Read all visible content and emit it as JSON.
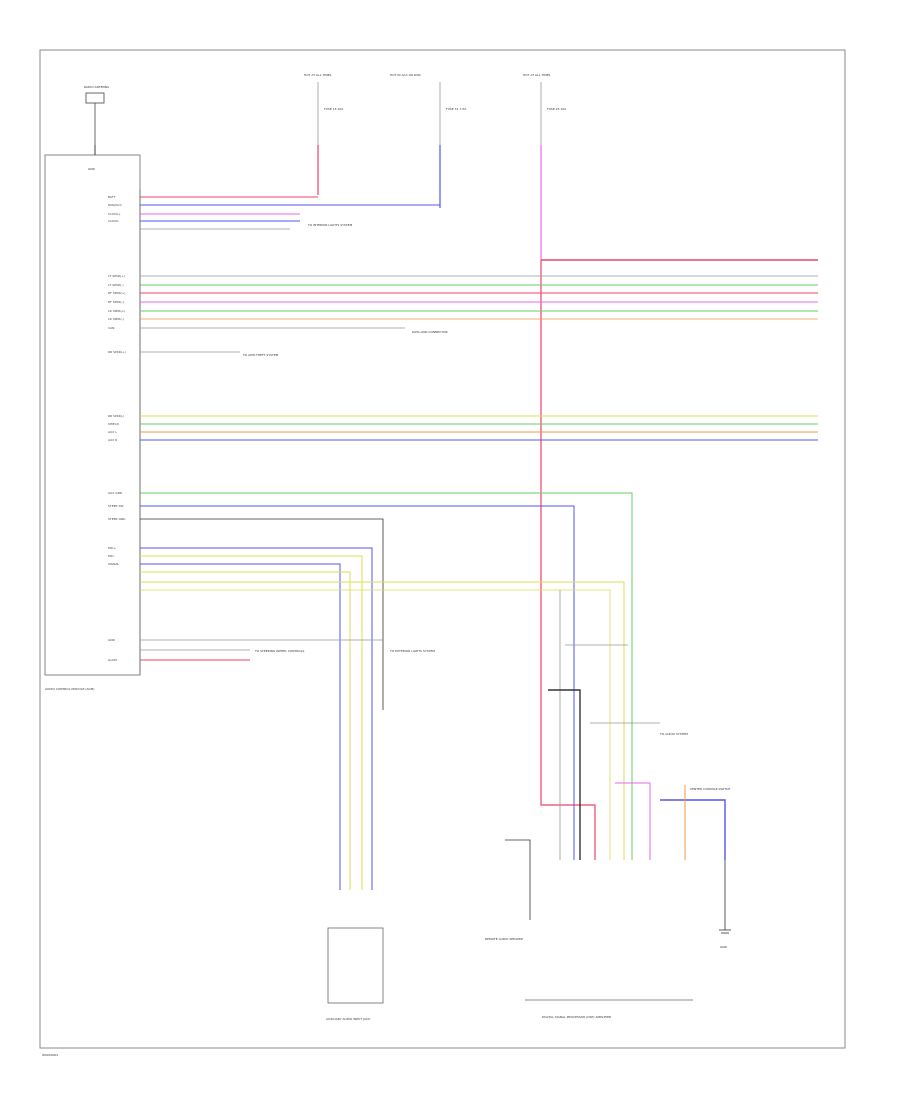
{
  "footer_code": "W0000001",
  "fuse_block_labels": [
    "HOT AT ALL TIMES",
    "HOT IN ACC OR RUN",
    "HOT AT ALL TIMES"
  ],
  "fuse_labels": [
    "FUSE 16 10A",
    "FUSE 31 7.5A",
    "FUSE 25 10A"
  ],
  "module_label": "AUDIO CONTROL MODULE (ACM)",
  "antenna_label": "RADIO ANTENNA",
  "left_pin_labels": [
    "BATT",
    "RUN/ACC",
    "CLOCK+",
    "CLOCK-",
    "LF SPKR(+)",
    "LF SPKR(-)",
    "RF SPKR(+)",
    "RF SPKR(-)",
    "LR SPKR(+)",
    "LR SPKR(-)",
    "CAN",
    "RR SPKR(+)",
    "RR SPKR(-)",
    "SHIELD",
    "AUX L",
    "AUX R",
    "AUX GND",
    "STEER SW",
    "STEER GND",
    "MIC+",
    "MIC-",
    "SIGNAL",
    "GND",
    "ILLUM"
  ],
  "callouts": [
    "TO INTERIOR LIGHTS SYSTEM",
    "TO ANTI-THEFT SYSTEM",
    "DATA LINK CONNECTOR",
    "TO EXTERIOR LIGHTS SYSTEM",
    "TO AUDIO SYSTEM",
    "TO STEERING WHEEL CONTROLS",
    "CENTER CONSOLE SWITCH"
  ],
  "bottom_labels": [
    "AUXILIARY AUDIO INPUT JACK",
    "REMOTE AUDIO SPEAKER",
    "DIGITAL SIGNAL PROCESSOR (DSP) AMPLIFIER",
    "GND",
    "GND"
  ],
  "colors": {
    "red": "#ee4466",
    "magenta": "#ee66ee",
    "green": "#66cc66",
    "blue": "#5555ee",
    "yellow": "#dddd55",
    "orange": "#ee9944",
    "gray": "#999999",
    "black": "#333333"
  }
}
